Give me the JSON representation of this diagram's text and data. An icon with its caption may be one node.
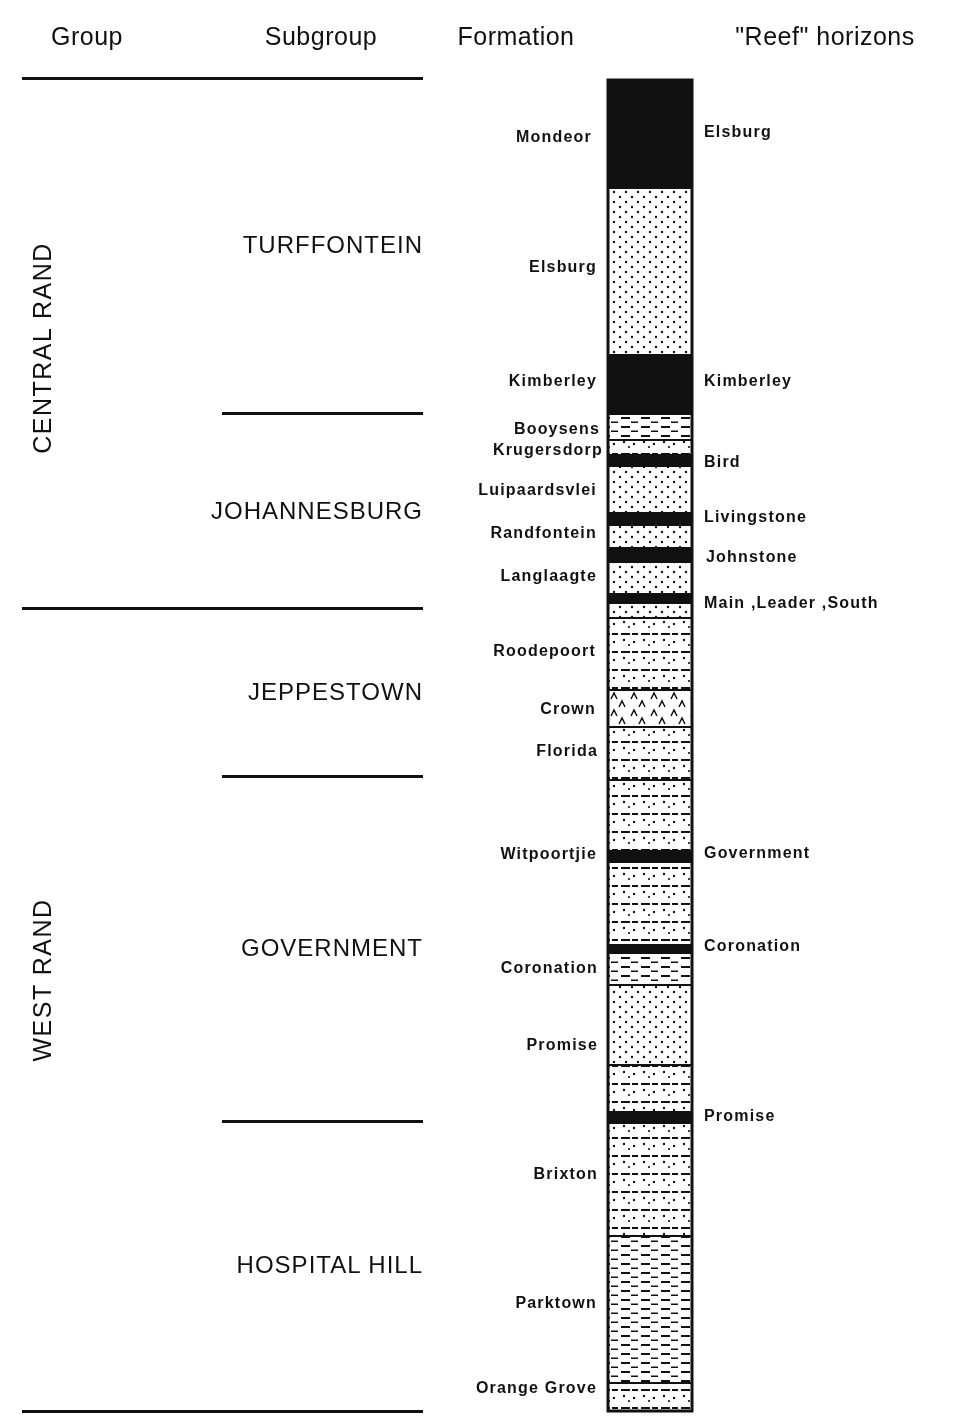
{
  "diagram": {
    "labels": [
      "Group",
      "Subgroup",
      "Formation",
      "\"Reef\" horizons",
      "Mondeor",
      "Elsburg",
      "CENTRAL RAND",
      "TURFFONTEIN",
      "Elsburg",
      "Kimberley",
      "Kimberley",
      "Booysens",
      "Krugersdorp",
      "Bird",
      "Luipaardsvlei",
      "JOHANNESBURG",
      "Livingstone",
      "Randfontein",
      "Johnstone",
      "Langlaagte",
      "Main ,Leader ,South",
      "Roodepoort",
      "JEPPESTOWN",
      "Crown",
      "Florida",
      "Witpoortjie",
      "Government",
      "WEST RAND",
      "Coronation",
      "GOVERNMENT",
      "Coronation",
      "Promise",
      "Promise",
      "Brixton",
      "HOSPITAL HILL",
      "Parktown",
      "Orange Grove"
    ]
  }
}
